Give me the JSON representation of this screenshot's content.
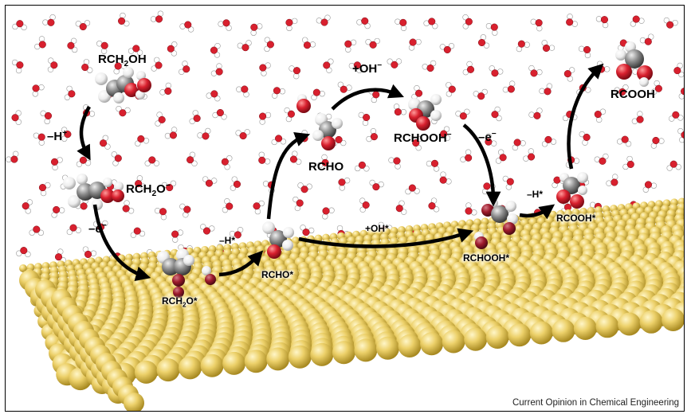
{
  "labels": {
    "rch2oh": {
      "pre": "RCH",
      "sub": "2",
      "post": "OH"
    },
    "rch2o_minus": {
      "pre": "RCH",
      "sub": "2",
      "post": "O",
      "sup": "−"
    },
    "rch2o_star": {
      "pre": "RCH",
      "sub": "2",
      "post": "O*"
    },
    "rcho": "RCHO",
    "rcho_star": "RCHO*",
    "rchooh_minus": {
      "pre": "RCHOOH",
      "sup": "−"
    },
    "rchooh_star": "RCHOOH*",
    "rcooh": "RCOOH",
    "rcooh_star": "RCOOH*"
  },
  "arrows": {
    "minus_h_plus": {
      "pre": "–H",
      "sup": "+"
    },
    "minus_e_1": {
      "pre": "–e",
      "sup": "−"
    },
    "minus_h_star_1": "–H*",
    "plus_oh_minus": {
      "pre": "+OH",
      "sup": "−"
    },
    "minus_e_2": {
      "pre": "–e",
      "sup": "−"
    },
    "plus_oh_star": "+OH*",
    "minus_h_star_2": "–H*"
  },
  "colors": {
    "gold": "#e8c95a",
    "gold_dark": "#b59525",
    "oxygen": "#d8202e",
    "oxygen_ads": "#9e1b2c",
    "carbon": "#8c8c8c",
    "hydrogen": "#f2f2f2"
  },
  "credit": "Current Opinion in Chemical Engineering"
}
